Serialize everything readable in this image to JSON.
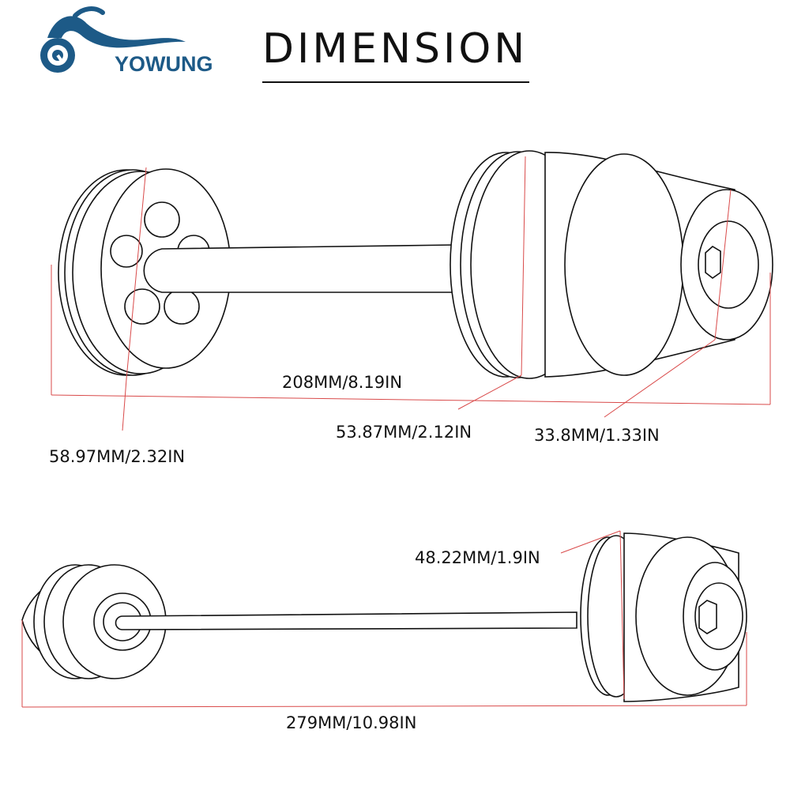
{
  "brand": {
    "name": "YOWUNG",
    "color": "#1d5a87",
    "icon": "motorcycle-logo-icon"
  },
  "title": "DIMENSION",
  "top_view": {
    "length_label": "208MM/8.19IN",
    "small_diameter_label": "58.97MM/2.32IN",
    "large_diameter_label": "53.87MM/2.12IN",
    "end_diameter_label": "33.8MM/1.33IN"
  },
  "bottom_view": {
    "slider_diameter_label": "48.22MM/1.9IN",
    "length_label": "279MM/10.98IN"
  },
  "colors": {
    "outline": "#111111",
    "dimension_line": "#d94a4a"
  }
}
